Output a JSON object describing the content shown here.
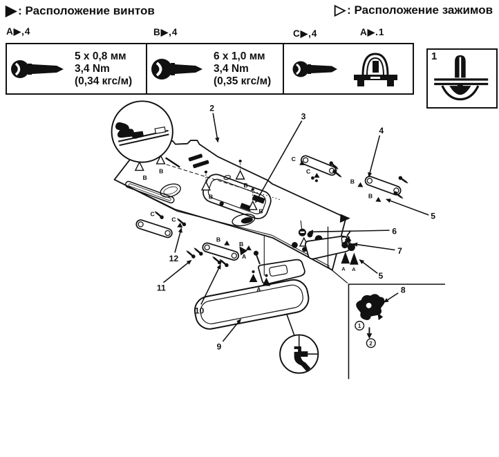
{
  "legend": {
    "screws_marker": "▶",
    "screws_label": ": Расположение винтов",
    "clips_marker": "▷",
    "clips_label": ": Расположение зажимов"
  },
  "spec_labels": {
    "a": "A▶,4",
    "b": "B▶,4",
    "c": "C▶,4",
    "clip": "A▶.1"
  },
  "spec_boxes": {
    "a": {
      "size": "5 x 0,8 мм",
      "torque": "3,4 Nm",
      "torque_kg": "(0,34 кгс/м)"
    },
    "b": {
      "size": "6 x 1,0 мм",
      "torque": "3,4 Nm",
      "torque_kg": "(0,35 кгс/м)"
    },
    "clip_box_number": "1"
  },
  "callouts": {
    "c2": "2",
    "c3": "3",
    "c4": "4",
    "c5_right": "5",
    "c6": "6",
    "c7": "7",
    "c5_mid": "5",
    "c8": "8",
    "c9": "9",
    "c10": "10",
    "c11": "11",
    "c12": "12"
  },
  "markers": {
    "screw_a": "A",
    "screw_b": "B",
    "screw_c": "C",
    "clip_a": "A"
  },
  "inset": {
    "step_1": "1",
    "step_2": "2"
  },
  "colors": {
    "ink": "#111111",
    "paper": "#ffffff"
  }
}
